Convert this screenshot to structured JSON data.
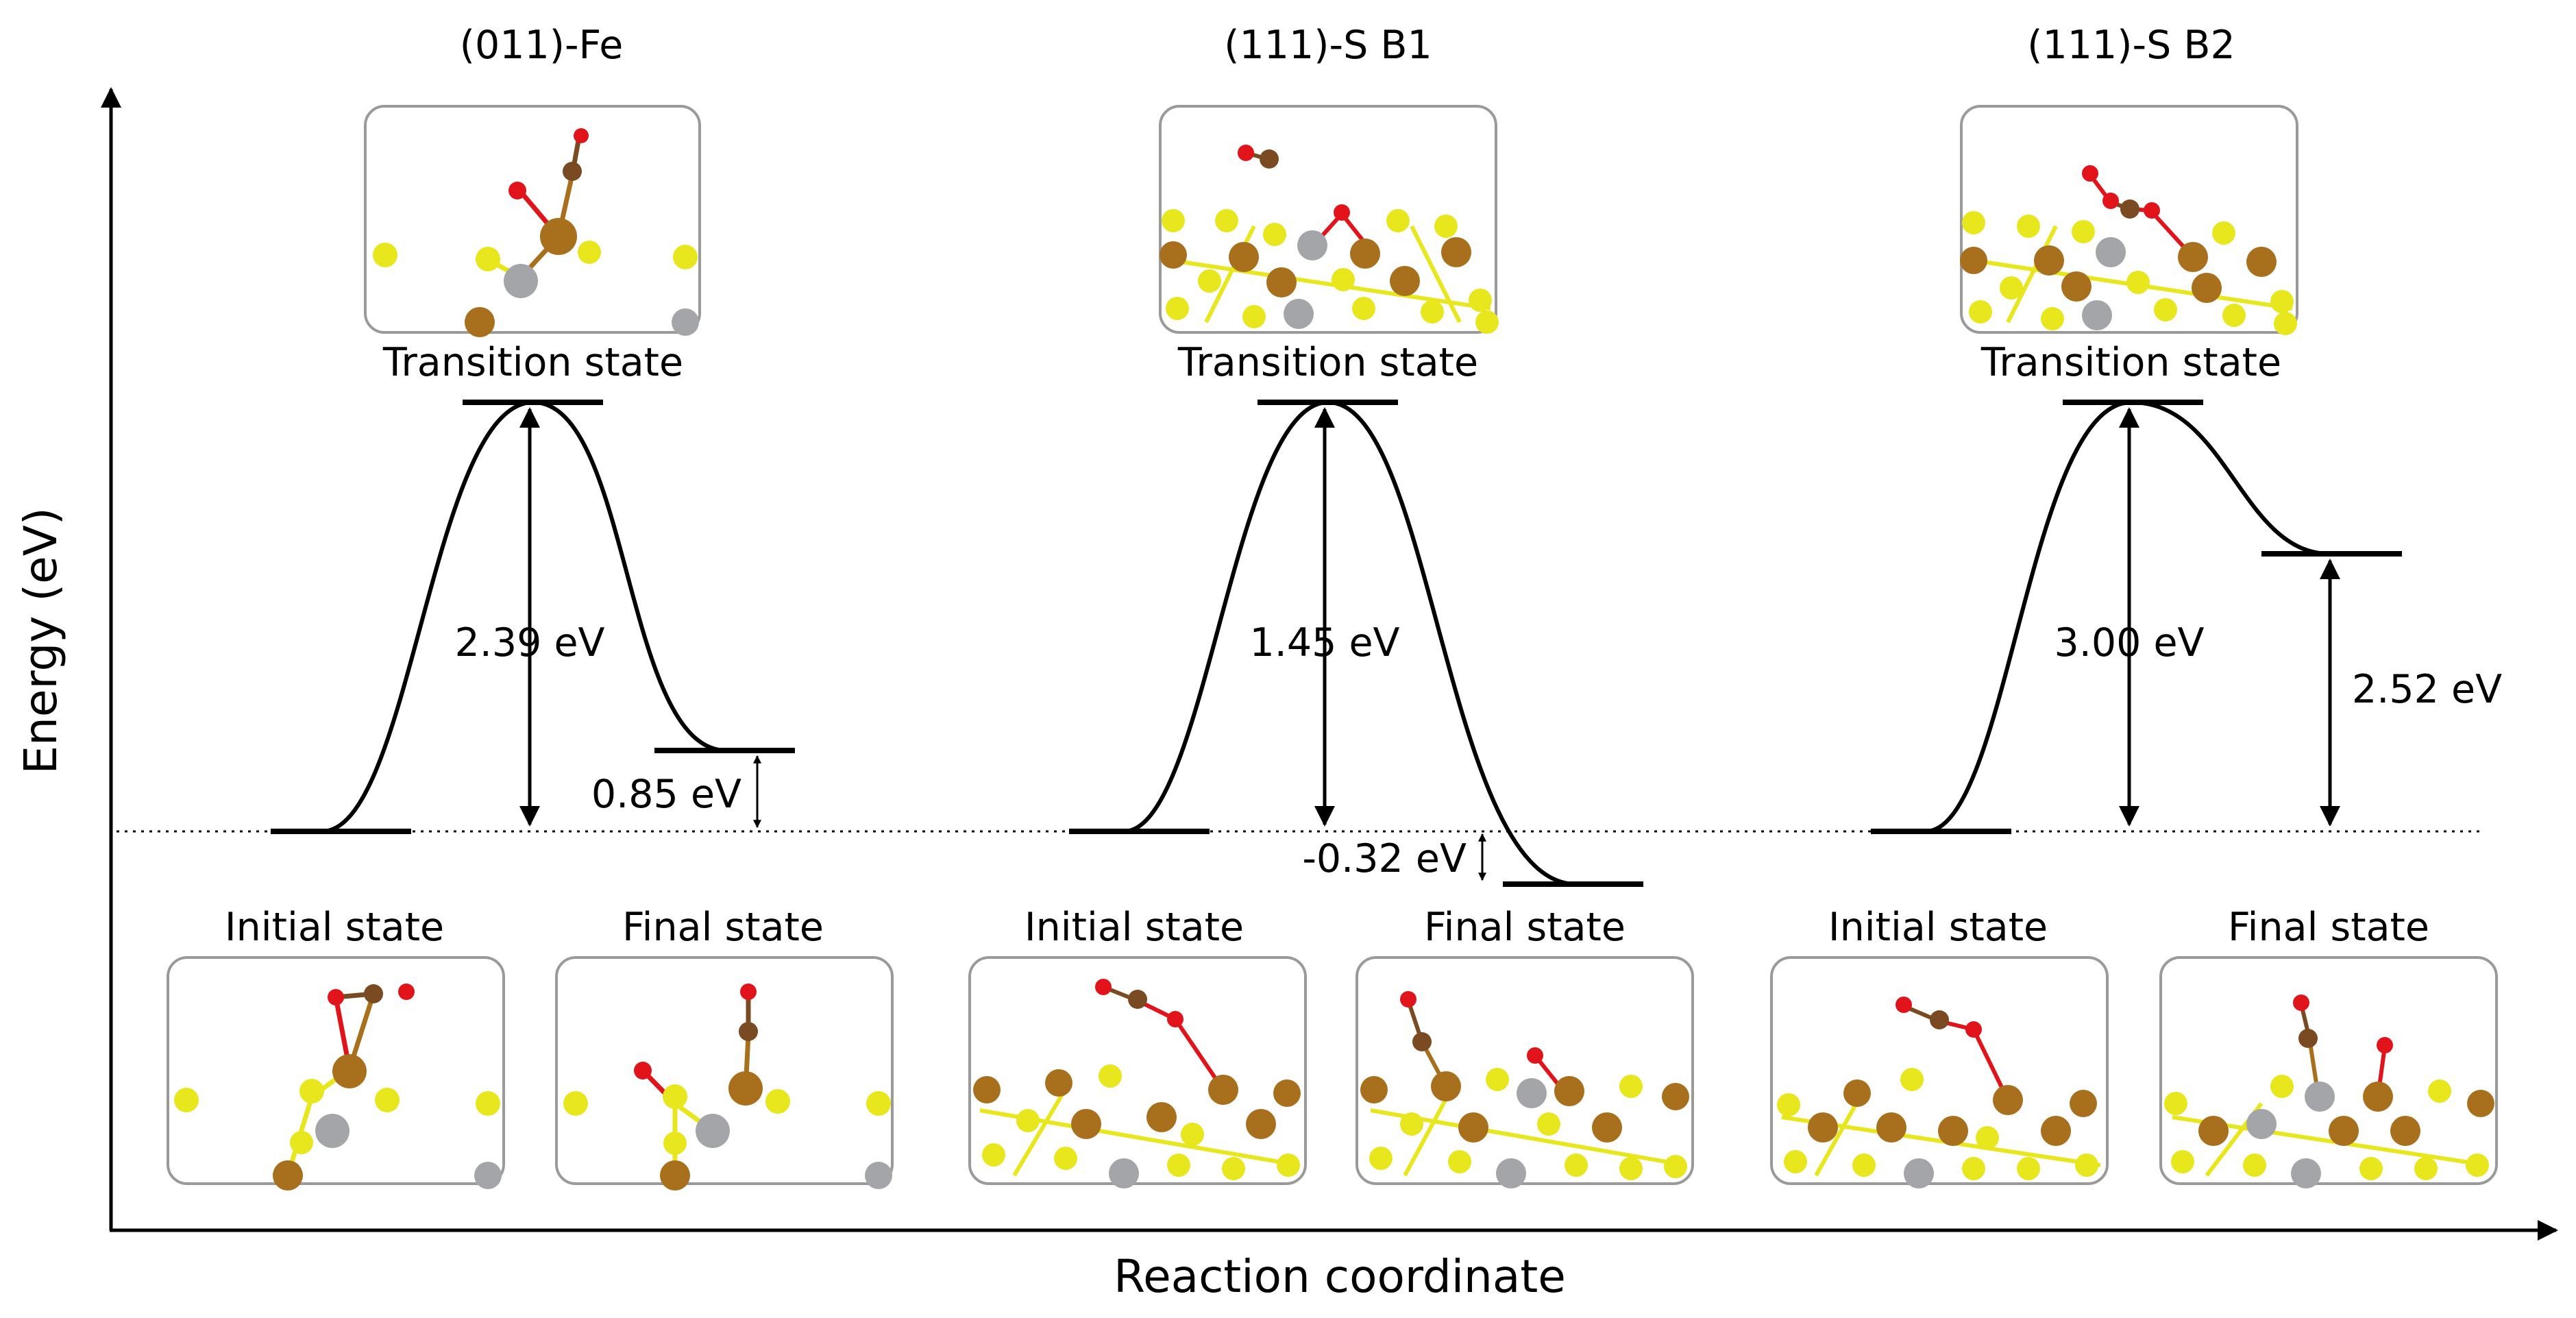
{
  "axes": {
    "y_label": "Energy (eV)",
    "x_label": "Reaction coordinate"
  },
  "panels": [
    {
      "title": "(011)-Fe",
      "ts_label": "Transition state",
      "initial_label": "Initial state",
      "final_label": "Final state",
      "barrier": "2.39 eV",
      "reaction_energy": "0.85 eV"
    },
    {
      "title": "(111)-S B1",
      "ts_label": "Transition state",
      "initial_label": "Initial state",
      "final_label": "Final state",
      "barrier": "1.45 eV",
      "reaction_energy": "-0.32 eV"
    },
    {
      "title": "(111)-S B2",
      "ts_label": "Transition state",
      "initial_label": "Initial state",
      "final_label": "Final state",
      "barrier": "3.00 eV",
      "reaction_energy": "2.52 eV"
    }
  ],
  "colors": {
    "fe": "#a8701d",
    "s": "#e8e61c",
    "o": "#e0141a",
    "c": "#7a4a22",
    "gray": "#a3a5a8",
    "frame": "#9a9a9a"
  }
}
